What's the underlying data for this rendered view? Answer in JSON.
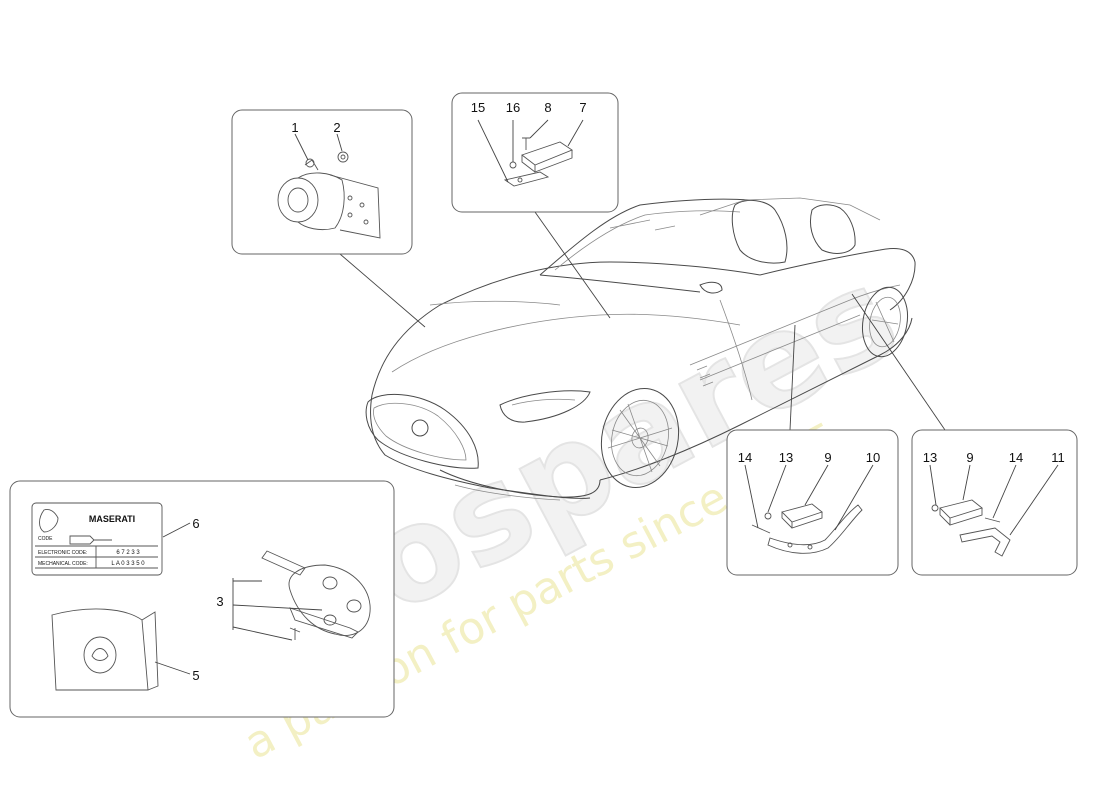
{
  "watermark": {
    "brand": "eurospares",
    "tagline": "a passion for parts since 1985"
  },
  "callouts": [
    {
      "id": "c1",
      "text": "1"
    },
    {
      "id": "c2",
      "text": "2"
    },
    {
      "id": "c15",
      "text": "15"
    },
    {
      "id": "c16",
      "text": "16"
    },
    {
      "id": "c8",
      "text": "8"
    },
    {
      "id": "c7",
      "text": "7"
    },
    {
      "id": "c14a",
      "text": "14"
    },
    {
      "id": "c13a",
      "text": "13"
    },
    {
      "id": "c9a",
      "text": "9"
    },
    {
      "id": "c10",
      "text": "10"
    },
    {
      "id": "c13b",
      "text": "13"
    },
    {
      "id": "c9b",
      "text": "9"
    },
    {
      "id": "c14b",
      "text": "14"
    },
    {
      "id": "c11",
      "text": "11"
    },
    {
      "id": "c6",
      "text": "6"
    },
    {
      "id": "c3",
      "text": "3"
    },
    {
      "id": "c5",
      "text": "5"
    }
  ],
  "code_card": {
    "brand": "MASERATI",
    "code_label": "CODE",
    "electronic_label": "ELECTRONIC CODE:",
    "electronic_value": "6 7 2 3 3",
    "mechanical_label": "MECHANICAL CODE:",
    "mechanical_value": "L A 0 3 3 5 0"
  }
}
